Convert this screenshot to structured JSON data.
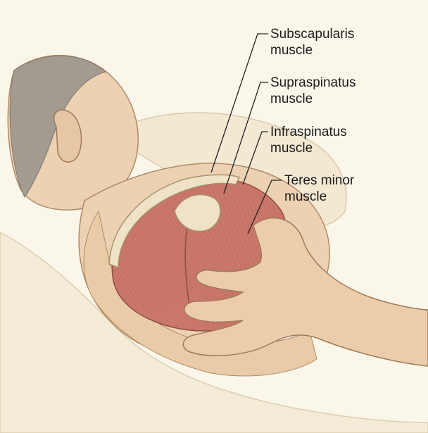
{
  "labels": [
    {
      "id": "subscapularis",
      "line1": "Subscapularis",
      "line2": "muscle"
    },
    {
      "id": "supraspinatus",
      "line1": "Supraspinatus",
      "line2": "muscle"
    },
    {
      "id": "infraspinatus",
      "line1": "Infraspinatus",
      "line2": "muscle"
    },
    {
      "id": "teres-minor",
      "line1": "Teres minor",
      "line2": "muscle"
    }
  ],
  "colors": {
    "background": "#fbf6ea",
    "skin": "#ecd2b2",
    "muscle": "#c9776a",
    "bone": "#efe2c6",
    "pillow": "#f5ecd8",
    "hair": "#9a9288",
    "leader_line": "#222222"
  }
}
